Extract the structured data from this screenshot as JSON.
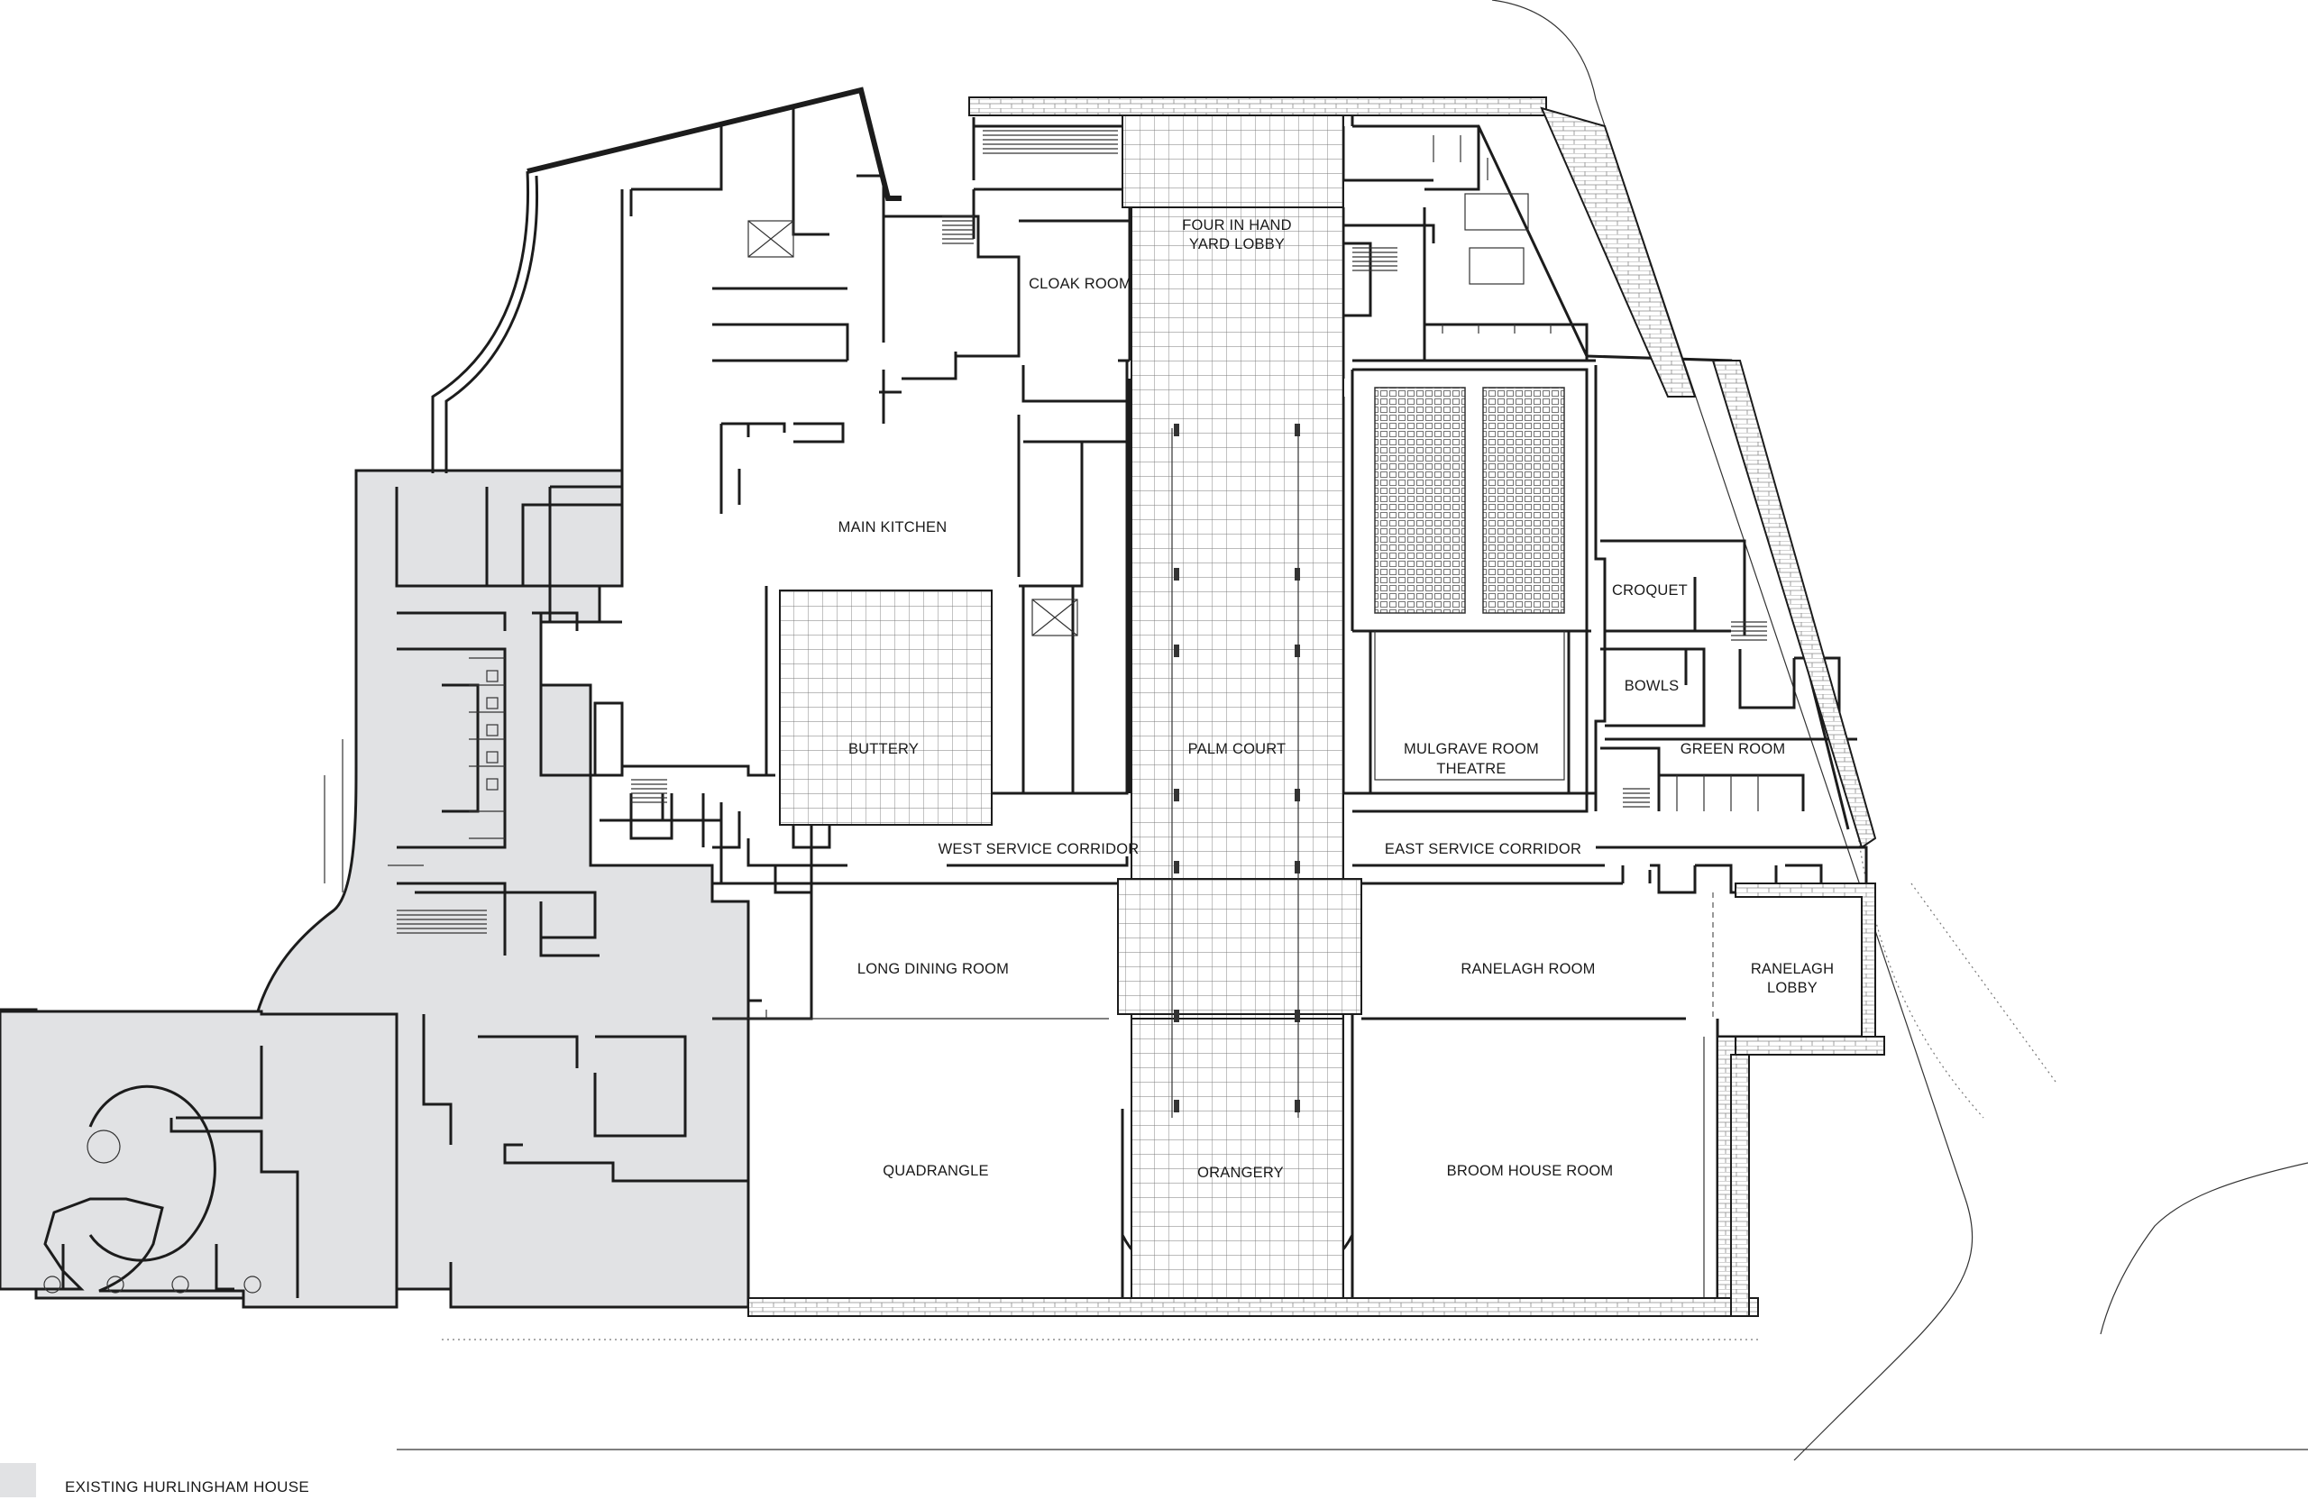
{
  "plan": {
    "rooms": {
      "four_in_hand_line1": "FOUR IN HAND",
      "four_in_hand_line2": "YARD LOBBY",
      "cloak_room": "CLOAK ROOM",
      "main_kitchen": "MAIN KITCHEN",
      "buttery": "BUTTERY",
      "palm_court": "PALM COURT",
      "croquet": "CROQUET",
      "bowls": "BOWLS",
      "mulgrave_line1": "MULGRAVE ROOM",
      "mulgrave_line2": "THEATRE",
      "green_room": "GREEN ROOM",
      "west_service_corridor": "WEST SERVICE CORRIDOR",
      "east_service_corridor": "EAST SERVICE CORRIDOR",
      "long_dining_room": "LONG DINING ROOM",
      "ranelagh_room": "RANELAGH ROOM",
      "ranelagh_lobby_line1": "RANELAGH",
      "ranelagh_lobby_line2": "LOBBY",
      "quadrangle": "QUADRANGLE",
      "orangery": "ORANGERY",
      "broom_house_room": "BROOM HOUSE ROOM"
    },
    "legend": {
      "label": "EXISTING HURLINGHAM HOUSE",
      "swatch_color": "#e1e2e4"
    },
    "colors": {
      "existing_fill": "#e1e2e4",
      "wall": "#1c1c1c",
      "background": "#ffffff"
    }
  }
}
